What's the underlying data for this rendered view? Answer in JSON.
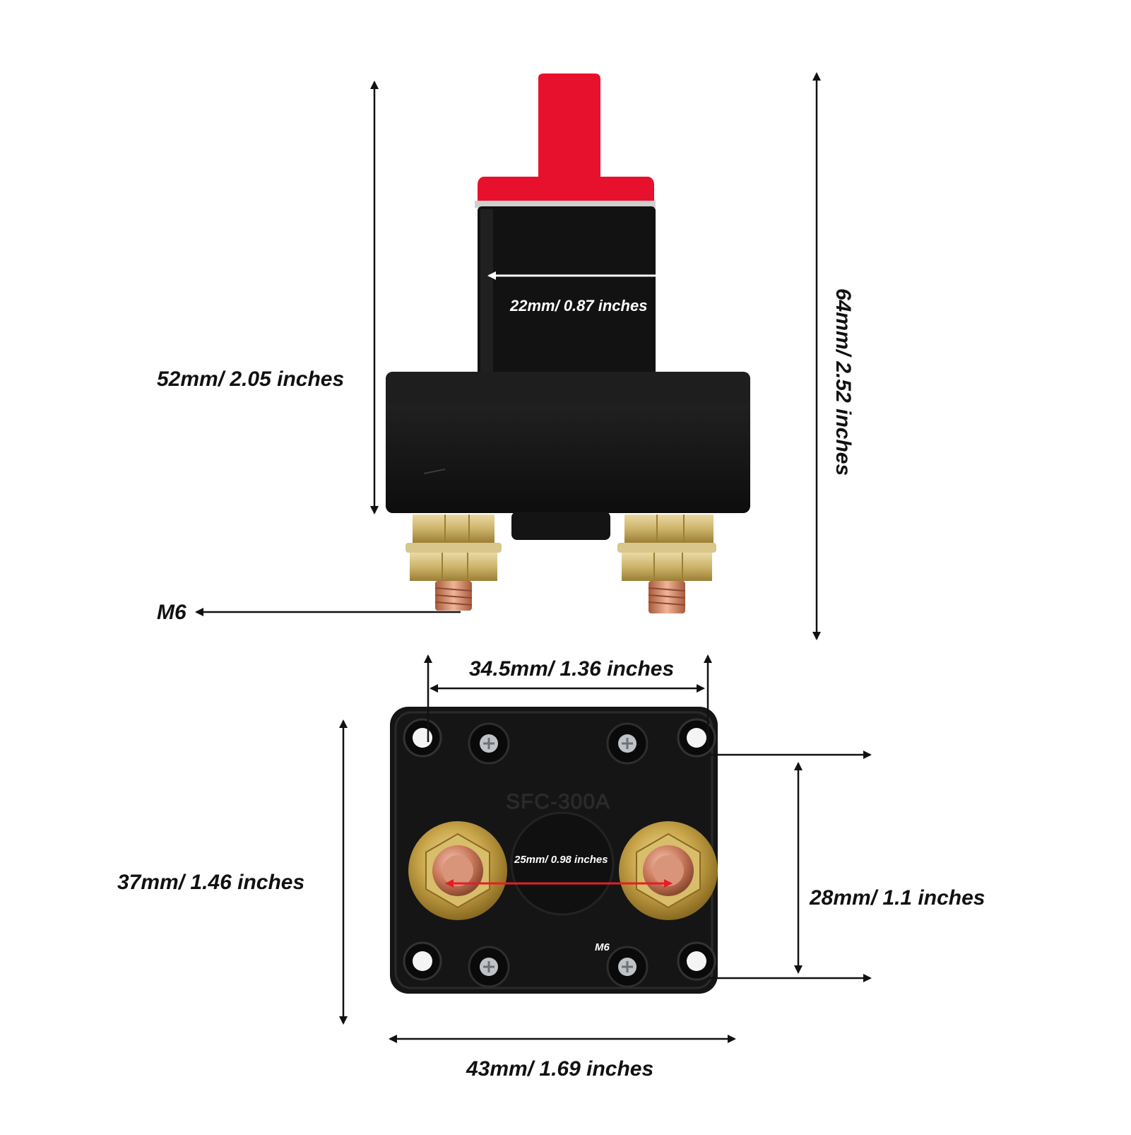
{
  "product": {
    "model_marking": "SFC-300A",
    "colors": {
      "knob": "#e8112d",
      "body": "#141414",
      "brass": "#c9a64a",
      "copper": "#c9775a",
      "dimension_line": "#111111",
      "center_arrow": "#e41e26"
    }
  },
  "dimensions": {
    "body_height": "52mm/ 2.05 inches",
    "total_height": "64mm/ 2.52 inches",
    "knob_diameter": "22mm/ 0.87 inches",
    "thread_size_side": "M6",
    "mount_hole_spacing": "34.5mm/ 1.36 inches",
    "base_depth": "37mm/ 1.46 inches",
    "mount_hole_vertical_spacing": "28mm/ 1.1 inches",
    "base_width": "43mm/ 1.69 inches",
    "terminal_spacing": "25mm/ 0.98 inches",
    "thread_size_top": "M6"
  }
}
